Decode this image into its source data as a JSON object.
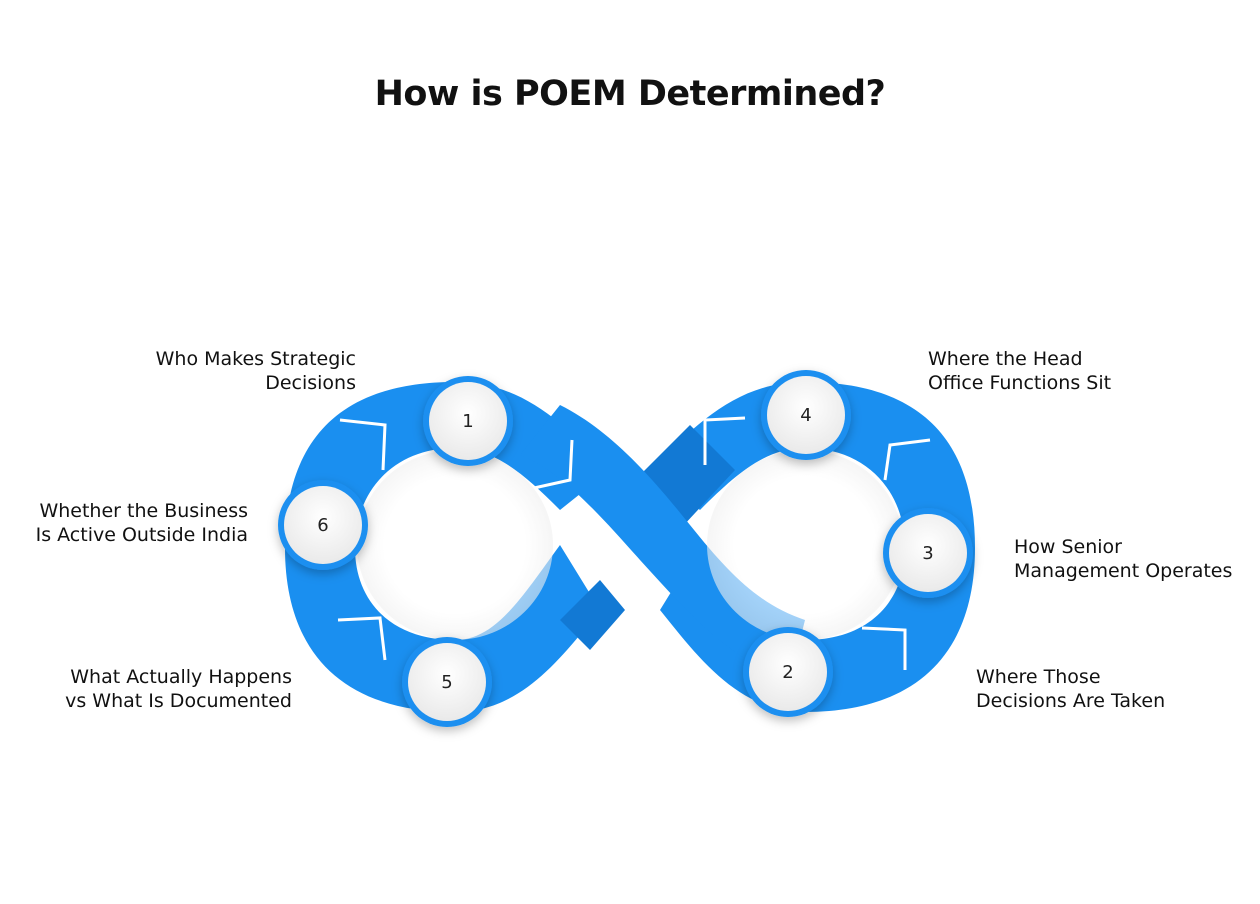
{
  "title": "How is POEM Determined?",
  "colors": {
    "ribbon": "#1a8ff0",
    "ribbon_dark": "#1279d4",
    "node_fill": "#f3f3f3",
    "node_ring": "#1a8ff0",
    "text": "#111111"
  },
  "steps": [
    {
      "number": "1",
      "line1": "Who Makes Strategic",
      "line2": "Decisions"
    },
    {
      "number": "2",
      "line1": "Where Those",
      "line2": "Decisions Are Taken"
    },
    {
      "number": "3",
      "line1": "How Senior",
      "line2": "Management Operates"
    },
    {
      "number": "4",
      "line1": "Where the Head",
      "line2": "Office Functions Sit"
    },
    {
      "number": "5",
      "line1": "What Actually Happens",
      "line2": "vs What Is Documented"
    },
    {
      "number": "6",
      "line1": "Whether the Business",
      "line2": "Is Active Outside India"
    }
  ]
}
